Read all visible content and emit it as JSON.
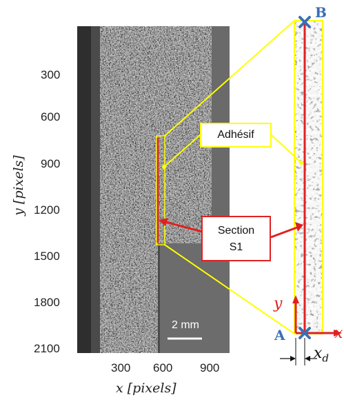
{
  "plot": {
    "y_ticks": [
      "300",
      "600",
      "900",
      "1200",
      "1500",
      "1800",
      "2100"
    ],
    "x_ticks": [
      "300",
      "600",
      "900"
    ],
    "y_axis_title": "y [pixels]",
    "x_axis_title": "x [pixels]",
    "scale_bar_label": "2 mm"
  },
  "callouts": {
    "adhesive": "Adhésif",
    "section_line1": "Section",
    "section_line2": "S1"
  },
  "zoom": {
    "point_b": "B",
    "point_a": "A",
    "axis_y": "y",
    "axis_x": "x",
    "offset_label": "x",
    "offset_sub": "d"
  },
  "colors": {
    "red": "#e02020",
    "yellow": "#ffff00",
    "blue": "#3a6fb5",
    "dark_bg": "#4a4a4a"
  }
}
